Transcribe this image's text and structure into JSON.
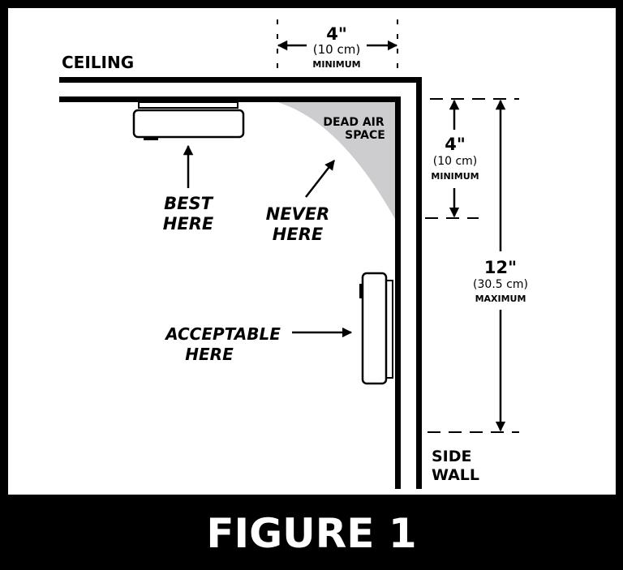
{
  "figure": {
    "title": "FIGURE 1",
    "colors": {
      "frame": "#000000",
      "background": "#ffffff",
      "dead_air": "#cdcdd0",
      "ink": "#000000",
      "title_text": "#ffffff"
    }
  },
  "labels": {
    "ceiling": "CEILING",
    "side_wall_line1": "SIDE",
    "side_wall_line2": "WALL",
    "dead_air_line1": "DEAD AIR",
    "dead_air_line2": "SPACE",
    "best_line1": "BEST",
    "best_line2": "HERE",
    "never_line1": "NEVER",
    "never_line2": "HERE",
    "acceptable_line1": "ACCEPTABLE",
    "acceptable_line2": "HERE"
  },
  "dimensions": {
    "ceiling_min": {
      "value": "4\"",
      "metric": "(10 cm)",
      "qualifier": "MINIMUM"
    },
    "wall_min": {
      "value": "4\"",
      "metric": "(10 cm)",
      "qualifier": "MINIMUM"
    },
    "wall_max": {
      "value": "12\"",
      "metric": "(30.5 cm)",
      "qualifier": "MAXIMUM"
    }
  }
}
